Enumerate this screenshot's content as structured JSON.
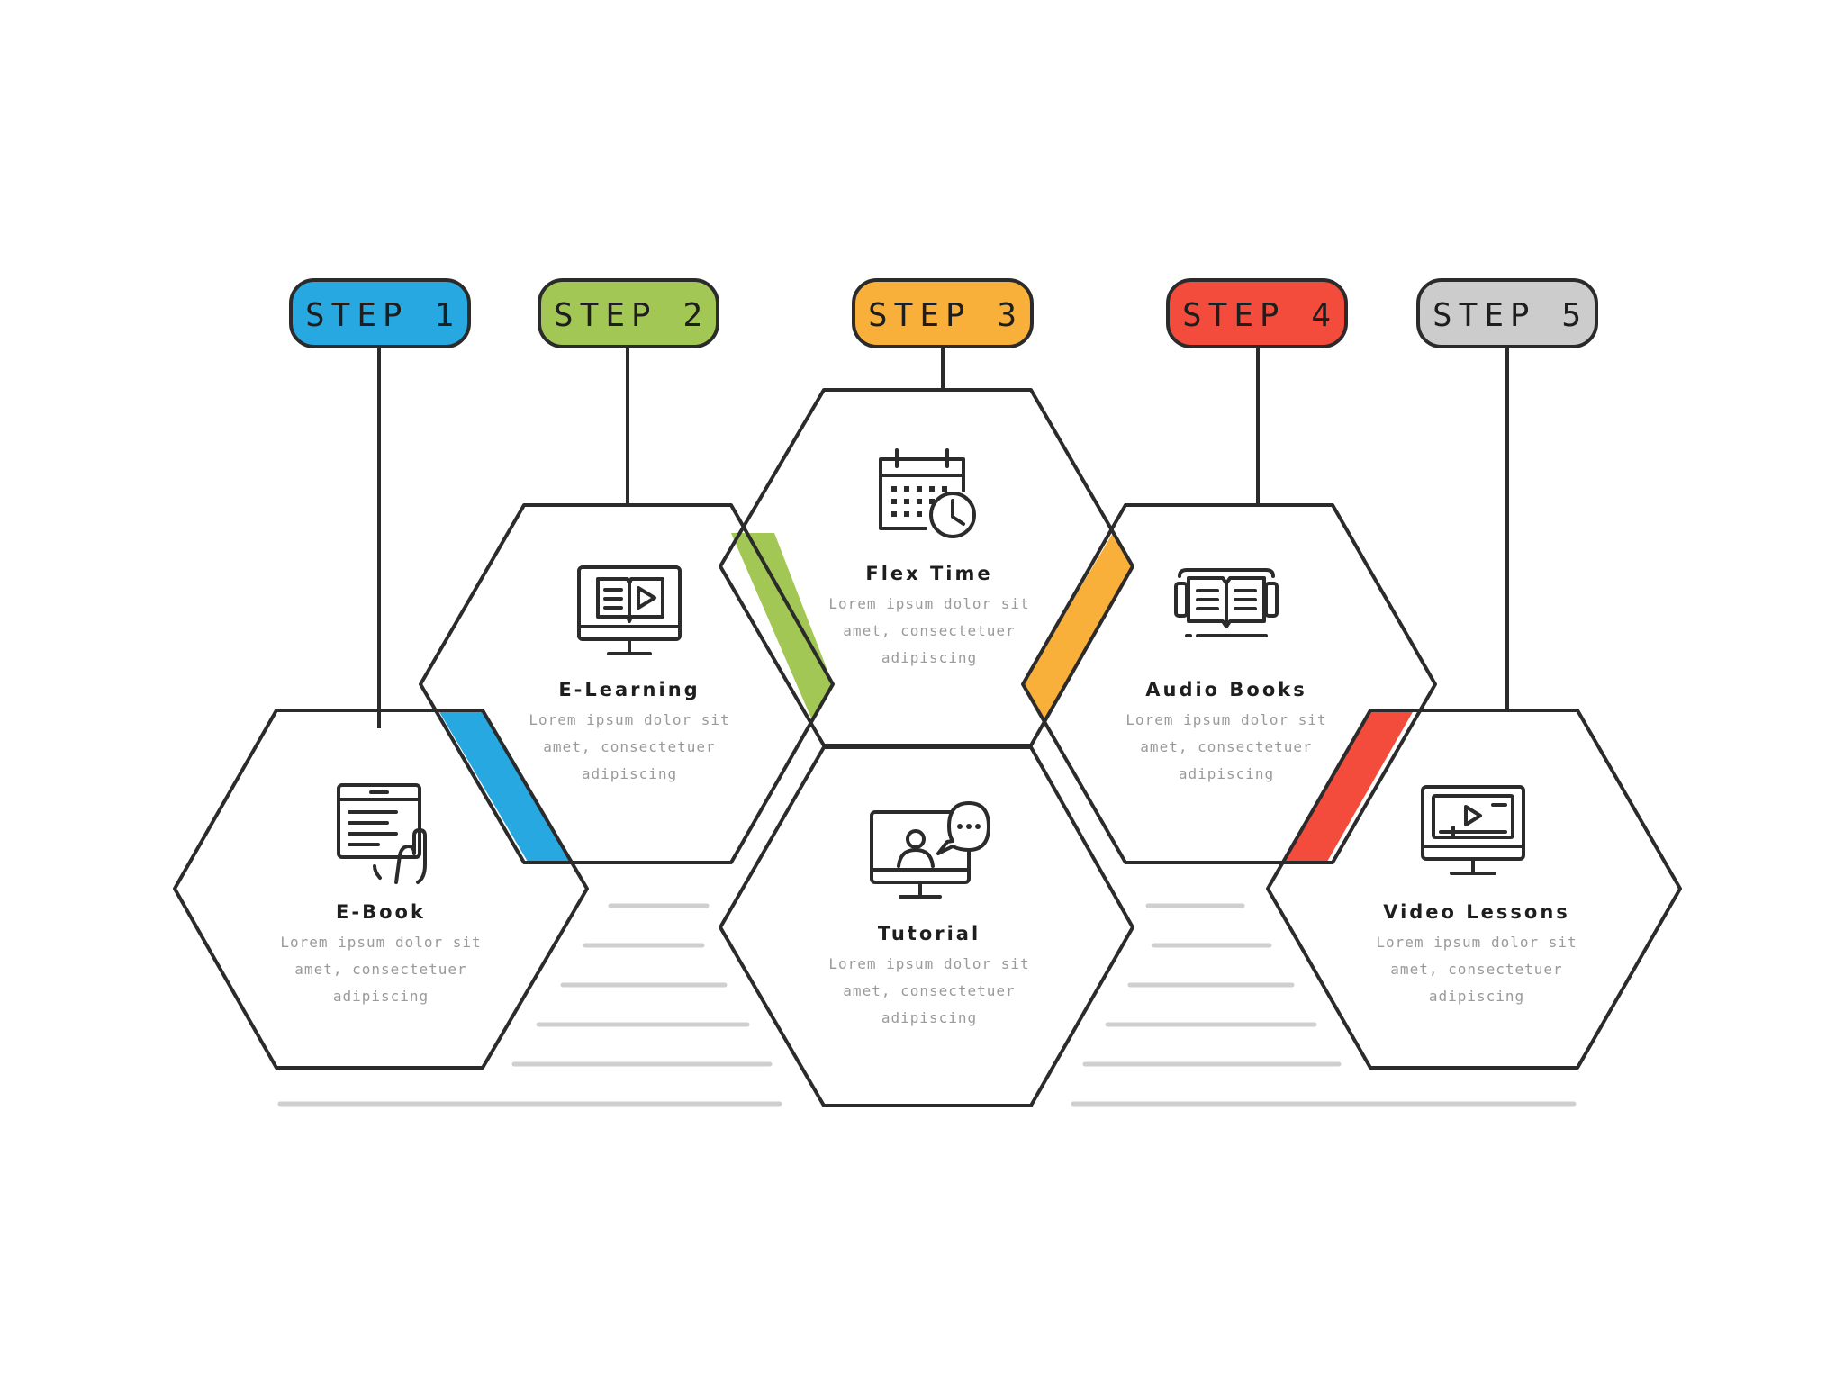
{
  "colors": {
    "step1": "#27a8e0",
    "step2": "#a2c754",
    "step3": "#f9b03a",
    "step4": "#f44c3c",
    "step5": "#cccccc",
    "outline": "#2b2b2b",
    "muted": "#9a9a9a",
    "line": "#cfcfcf"
  },
  "steps": [
    {
      "label": "STEP 1",
      "title": "E-Book",
      "desc": [
        "Lorem ipsum dolor sit",
        "amet, consectetuer",
        "adipiscing"
      ],
      "icon": "ebook-tablet-icon"
    },
    {
      "label": "STEP 2",
      "title": "E-Learning",
      "desc": [
        "Lorem ipsum dolor sit",
        "amet, consectetuer",
        "adipiscing"
      ],
      "icon": "elearning-monitor-book-icon"
    },
    {
      "label": "STEP 3",
      "title": "Flex Time",
      "desc": [
        "Lorem ipsum dolor sit",
        "amet, consectetuer",
        "adipiscing"
      ],
      "icon": "calendar-clock-icon"
    },
    {
      "label": "STEP 4",
      "title": "Audio Books",
      "desc": [
        "Lorem ipsum dolor sit",
        "amet, consectetuer",
        "adipiscing"
      ],
      "icon": "audio-book-headphones-icon"
    },
    {
      "label": "STEP 5",
      "title": "Video Lessons",
      "desc": [
        "Lorem ipsum dolor sit",
        "amet, consectetuer",
        "adipiscing"
      ],
      "icon": "video-monitor-icon"
    }
  ],
  "extra": {
    "title": "Tutorial",
    "desc": [
      "Lorem ipsum dolor sit",
      "amet, consectetuer",
      "adipiscing"
    ],
    "icon": "tutorial-monitor-chat-icon"
  }
}
